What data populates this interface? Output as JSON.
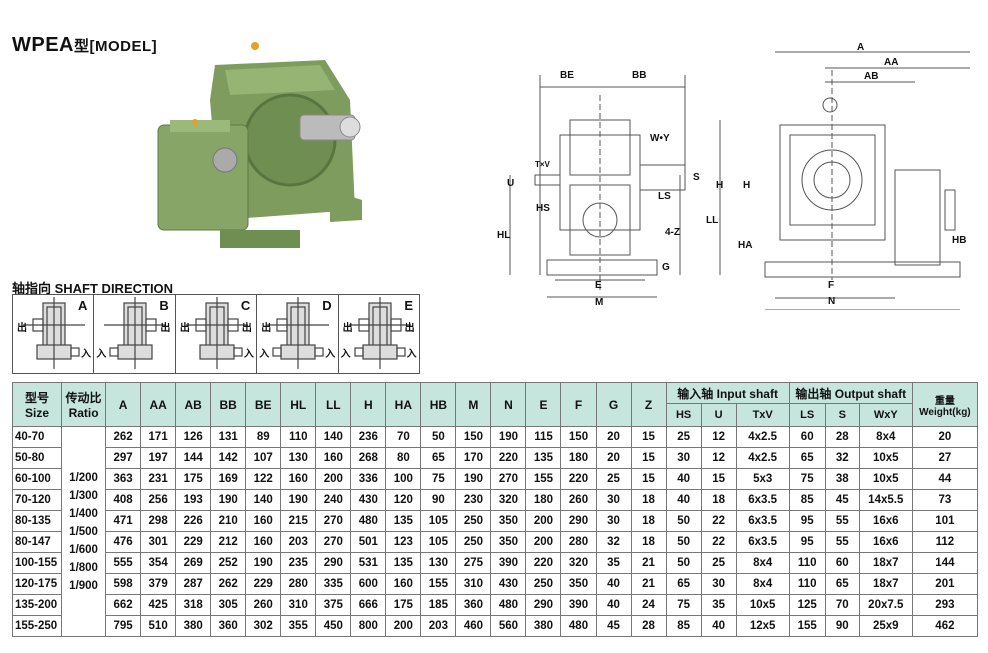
{
  "title": {
    "model": "WPEA",
    "suffix": "型[MODEL]"
  },
  "shaft_direction": {
    "title": "轴指向  SHAFT DIRECTION",
    "out_label": "出",
    "in_label": "入",
    "types": [
      "A",
      "B",
      "C",
      "D",
      "E"
    ]
  },
  "drawing_labels": {
    "be": "BE",
    "bb": "BB",
    "wy": "W•Y",
    "tv": "T×V",
    "u": "U",
    "s": "S",
    "hs": "HS",
    "ls": "LS",
    "hl": "HL",
    "ll": "LL",
    "h": "H",
    "z": "4-Z",
    "g": "G",
    "e": "E",
    "m": "M",
    "a": "A",
    "aa": "AA",
    "ab": "AB",
    "h2": "H",
    "ha": "HA",
    "hb": "HB",
    "f": "F",
    "n": "N"
  },
  "table": {
    "headers": {
      "size": "型号 Size",
      "ratio": "传动比 Ratio",
      "cols": [
        "A",
        "AA",
        "AB",
        "BB",
        "BE",
        "HL",
        "LL",
        "H",
        "HA",
        "HB",
        "M",
        "N",
        "E",
        "F",
        "G",
        "Z"
      ],
      "input_group": "输入轴 Input shaft",
      "input_cols": [
        "HS",
        "U",
        "TxV"
      ],
      "output_group": "输出轴 Output shaft",
      "output_cols": [
        "LS",
        "S",
        "WxY"
      ],
      "weight": "重量 Weight(kg)"
    },
    "ratios": [
      "1/200",
      "1/300",
      "1/400",
      "1/500",
      "1/600",
      "1/800",
      "1/900"
    ],
    "rows": [
      [
        "40-70",
        "262",
        "171",
        "126",
        "131",
        "89",
        "110",
        "140",
        "236",
        "70",
        "50",
        "150",
        "190",
        "115",
        "150",
        "20",
        "15",
        "25",
        "12",
        "4x2.5",
        "60",
        "28",
        "8x4",
        "20"
      ],
      [
        "50-80",
        "297",
        "197",
        "144",
        "142",
        "107",
        "130",
        "160",
        "268",
        "80",
        "65",
        "170",
        "220",
        "135",
        "180",
        "20",
        "15",
        "30",
        "12",
        "4x2.5",
        "65",
        "32",
        "10x5",
        "27"
      ],
      [
        "60-100",
        "363",
        "231",
        "175",
        "169",
        "122",
        "160",
        "200",
        "336",
        "100",
        "75",
        "190",
        "270",
        "155",
        "220",
        "25",
        "15",
        "40",
        "15",
        "5x3",
        "75",
        "38",
        "10x5",
        "44"
      ],
      [
        "70-120",
        "408",
        "256",
        "193",
        "190",
        "140",
        "190",
        "240",
        "430",
        "120",
        "90",
        "230",
        "320",
        "180",
        "260",
        "30",
        "18",
        "40",
        "18",
        "6x3.5",
        "85",
        "45",
        "14x5.5",
        "73"
      ],
      [
        "80-135",
        "471",
        "298",
        "226",
        "210",
        "160",
        "215",
        "270",
        "480",
        "135",
        "105",
        "250",
        "350",
        "200",
        "290",
        "30",
        "18",
        "50",
        "22",
        "6x3.5",
        "95",
        "55",
        "16x6",
        "101"
      ],
      [
        "80-147",
        "476",
        "301",
        "229",
        "212",
        "160",
        "203",
        "270",
        "501",
        "123",
        "105",
        "250",
        "350",
        "200",
        "280",
        "32",
        "18",
        "50",
        "22",
        "6x3.5",
        "95",
        "55",
        "16x6",
        "112"
      ],
      [
        "100-155",
        "555",
        "354",
        "269",
        "252",
        "190",
        "235",
        "290",
        "531",
        "135",
        "130",
        "275",
        "390",
        "220",
        "320",
        "35",
        "21",
        "50",
        "25",
        "8x4",
        "110",
        "60",
        "18x7",
        "144"
      ],
      [
        "120-175",
        "598",
        "379",
        "287",
        "262",
        "229",
        "280",
        "335",
        "600",
        "160",
        "155",
        "310",
        "430",
        "250",
        "350",
        "40",
        "21",
        "65",
        "30",
        "8x4",
        "110",
        "65",
        "18x7",
        "201"
      ],
      [
        "135-200",
        "662",
        "425",
        "318",
        "305",
        "260",
        "310",
        "375",
        "666",
        "175",
        "185",
        "360",
        "480",
        "290",
        "390",
        "40",
        "24",
        "75",
        "35",
        "10x5",
        "125",
        "70",
        "20x7.5",
        "293"
      ],
      [
        "155-250",
        "795",
        "510",
        "380",
        "360",
        "302",
        "355",
        "450",
        "800",
        "200",
        "203",
        "460",
        "560",
        "380",
        "480",
        "45",
        "28",
        "85",
        "40",
        "12x5",
        "155",
        "90",
        "25x9",
        "462"
      ]
    ]
  },
  "colors": {
    "header_bg": "#c6e5dc",
    "gearbox_green": "#7a9a5a"
  }
}
